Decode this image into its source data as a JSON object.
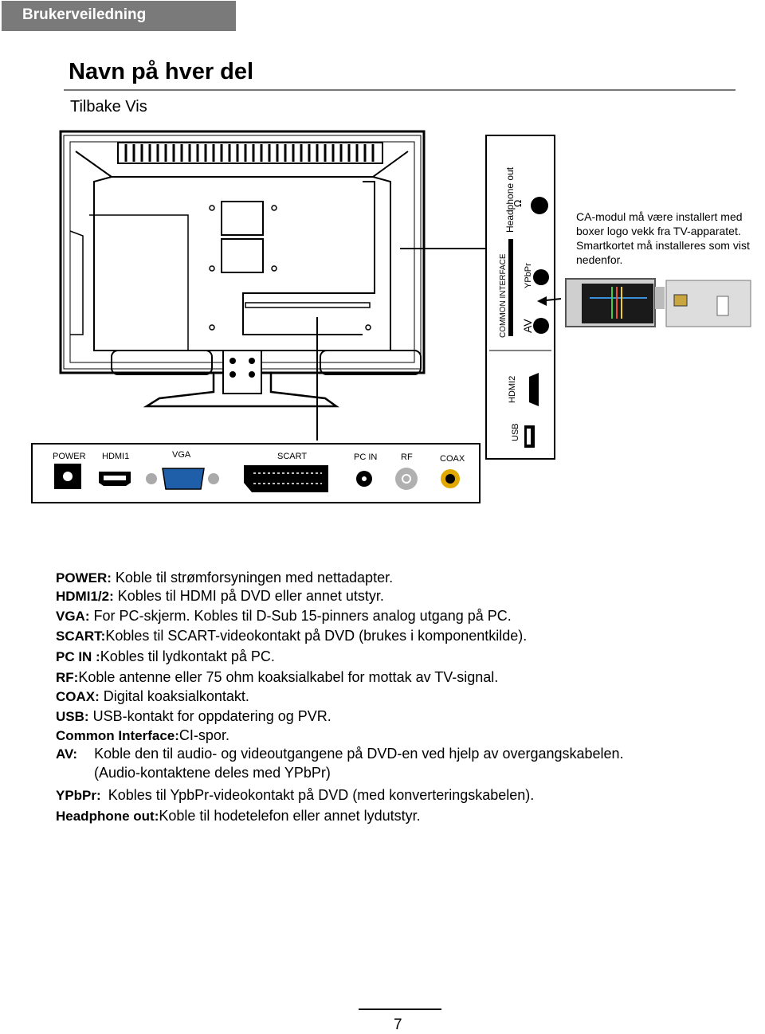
{
  "header": {
    "section_tab": "Brukerveiledning"
  },
  "page": {
    "title": "Navn på hver del",
    "subtitle": "Tilbake Vis",
    "page_number": "7"
  },
  "side_panel": {
    "headphone": "Headphone out",
    "common_interface": "COMMON INTERFACE",
    "ypbpr": "YPbPr",
    "av": "AV",
    "hdmi2": "HDMI2",
    "usb": "USB"
  },
  "ca_note": "CA-modul må være installert med boxer logo vekk fra TV-apparatet. Smartkortet må installeres som vist nedenfor.",
  "bottom_panel": {
    "power": "POWER",
    "hdmi1": "HDMI1",
    "vga": "VGA",
    "scart": "SCART",
    "pc_in": "PC IN",
    "rf": "RF",
    "coax": "COAX"
  },
  "descriptions": [
    {
      "term": "POWER:",
      "text": "Koble til strømforsyningen med nettadapter."
    },
    {
      "term": "HDMI1/2:",
      "text": "Kobles til HDMI på DVD eller annet utstyr."
    },
    {
      "term": "VGA:",
      "text": "For PC-skjerm. Kobles til D-Sub 15-pinners analog utgang på PC."
    },
    {
      "term": "SCART:",
      "text": "Kobles til SCART-videokontakt på DVD (brukes i komponentkilde)."
    },
    {
      "term": "PC IN :",
      "text": "Kobles til lydkontakt på PC."
    },
    {
      "term": "RF:",
      "text": "Koble antenne eller 75 ohm koaksialkabel for mottak av TV-signal."
    },
    {
      "term": "COAX:",
      "text": "Digital koaksialkontakt."
    },
    {
      "term": "USB:",
      "text": "USB-kontakt for oppdatering og PVR."
    },
    {
      "term": "Common Interface:",
      "text": "CI-spor."
    },
    {
      "term": "AV:",
      "text": "Koble den til audio- og videoutgangene på DVD-en ved hjelp av overgangskabelen.",
      "text2": "(Audio-kontaktene deles med YPbPr)"
    },
    {
      "term": "YPbPr:",
      "text": "Kobles til YpbPr-videokontakt på DVD (med konverteringskabelen)."
    },
    {
      "term": "Headphone out:",
      "text": "Koble til hodetelefon eller annet lydutstyr."
    }
  ]
}
